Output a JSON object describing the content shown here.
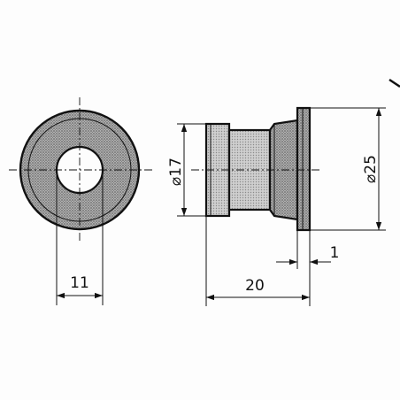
{
  "dimensions": {
    "bore": "11",
    "length": "20",
    "flange": "1",
    "small_diameter": "⌀17",
    "large_diameter": "⌀25"
  },
  "colors": {
    "ink": "#111111",
    "paper": "#fdfdfd",
    "shading": "#8a8a8a"
  }
}
